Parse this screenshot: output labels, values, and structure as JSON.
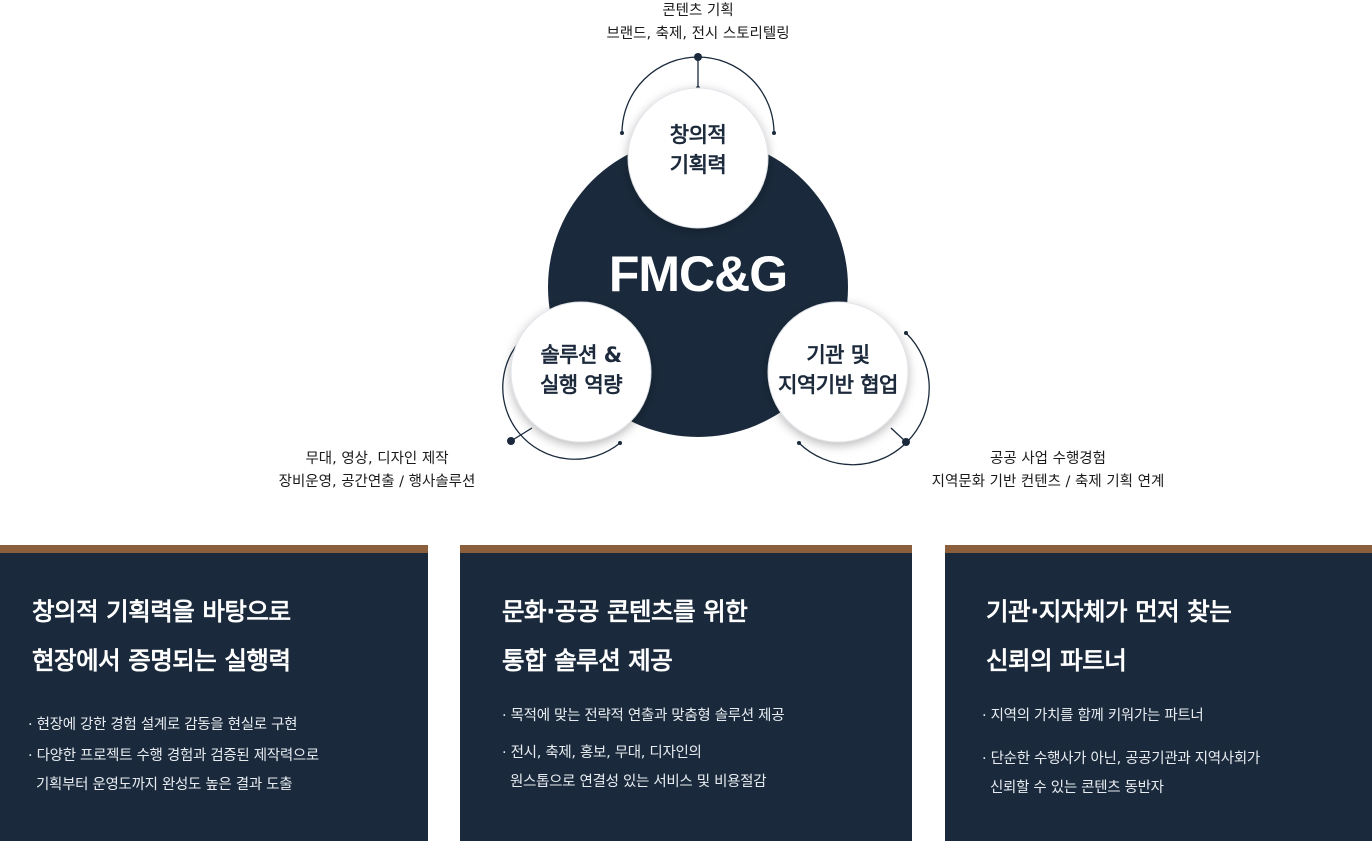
{
  "diagram": {
    "center": "FMC&G",
    "nodes": {
      "top": {
        "line1": "창의적",
        "line2": "기획력"
      },
      "left": {
        "line1": "솔루션 &",
        "line2": "실행 역량"
      },
      "right": {
        "line1": "기관 및",
        "line2": "지역기반 협업"
      }
    },
    "captions": {
      "top": {
        "line1": "콘텐츠 기획",
        "line2": "브랜드, 축제, 전시 스토리텔링"
      },
      "left": {
        "line1": "무대, 영상, 디자인 제작",
        "line2": "장비운영, 공간연출 / 행사솔루션"
      },
      "right": {
        "line1": "공공 사업 수행경험",
        "line2": "지역문화 기반 컨텐츠 / 축제 기획 연계"
      }
    },
    "colors": {
      "navy": "#1a2a3c",
      "accent": "#8b5e3c"
    }
  },
  "cards": [
    {
      "title1": "창의적 기획력을 바탕으로",
      "title2": "현장에서 증명되는 실행력",
      "point1": "· 현장에 강한 경험 설계로 감동을 현실로 구현",
      "point2a": "· 다양한 프로젝트 수행 경험과 검증된 제작력으로",
      "point2b": "기획부터 운영도까지 완성도 높은 결과 도출"
    },
    {
      "title1": "문화·공공 콘텐츠를 위한",
      "title2": "통합 솔루션 제공",
      "point1": "· 목적에 맞는 전략적 연출과 맞춤형 솔루션 제공",
      "point2a": "· 전시, 축제, 홍보, 무대, 디자인의",
      "point2b": "원스톱으로 연결성 있는 서비스 및  비용절감"
    },
    {
      "title1": "기관·지자체가 먼저 찾는",
      "title2": "신뢰의 파트너",
      "point1": "· 지역의 가치를 함께 키워가는 파트너",
      "point2a": "· 단순한 수행사가 아닌, 공공기관과 지역사회가",
      "point2b": "신뢰할 수 있는 콘텐츠 동반자"
    }
  ]
}
